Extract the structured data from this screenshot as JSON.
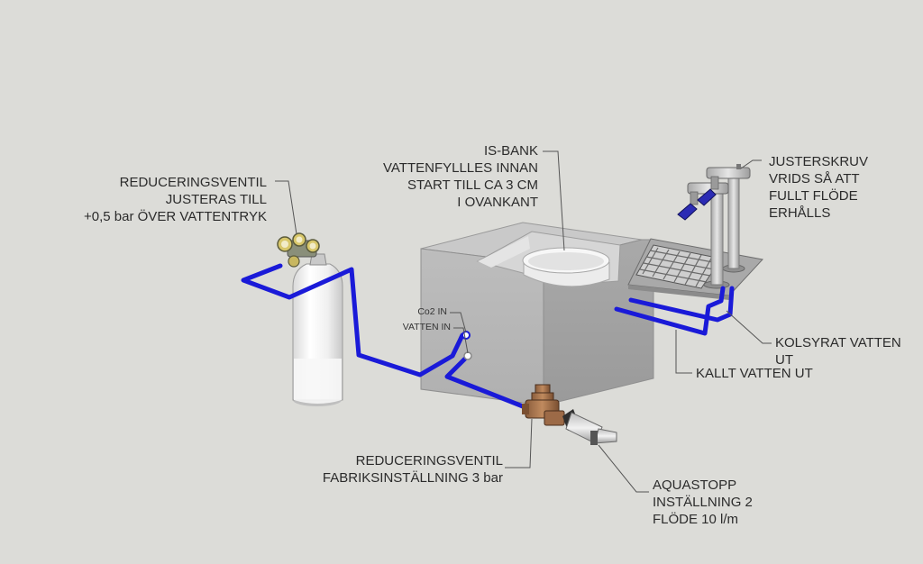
{
  "labels": {
    "co2_regulator": [
      "REDUCERINGSVENTIL",
      "JUSTERAS TILL",
      "+0,5 bar ÖVER VATTENTRYK"
    ],
    "ice_bank": [
      "IS-BANK",
      "VATTENFYLLLES INNAN",
      "START TILL CA 3 CM",
      "I OVANKANT"
    ],
    "adjust_screw": [
      "JUSTERSKRUV",
      "VRIDS SÅ ATT",
      "FULLT FLÖDE",
      "ERHÅLLS"
    ],
    "co2_in": "Co2 IN",
    "water_in": "VATTEN IN",
    "carbonated_out": "KOLSYRAT VATTEN UT",
    "cold_out": "KALLT VATTEN UT",
    "water_regulator": [
      "REDUCERINGSVENTIL",
      "FABRIKSINSTÄLLNING 3 bar"
    ],
    "aquastop": [
      "AQUASTOPP",
      "INSTÄLLNING 2",
      "FLÖDE 10 l/m"
    ]
  },
  "colors": {
    "background": "#dcdcd8",
    "pipe": "#1a1ad8",
    "leader": "#555555",
    "label_text": "#2b2b2b"
  },
  "icons": [
    "gas-cylinder-icon",
    "pressure-regulator-icon",
    "cooler-box-icon",
    "ice-bank-icon",
    "drip-tray-icon",
    "tap-icon",
    "water-valve-icon",
    "aquastop-valve-icon"
  ]
}
